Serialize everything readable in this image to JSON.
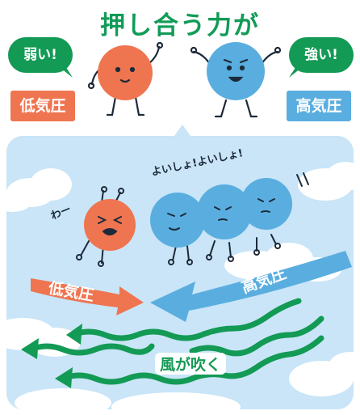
{
  "title": "押し合う力が",
  "weak": {
    "bubble": "弱い!",
    "label": "低気圧"
  },
  "strong": {
    "bubble": "強い!",
    "label": "高気圧"
  },
  "scene": {
    "shout": "よいしょ!よいしょ!",
    "cry": "わー",
    "low_arrow_label": "低気圧",
    "high_arrow_label": "高気圧",
    "wind_label": "風が吹く"
  },
  "colors": {
    "green": "#139a55",
    "orange": "#ef7550",
    "blue": "#5aaedf",
    "sky": "#c9e5f7"
  }
}
